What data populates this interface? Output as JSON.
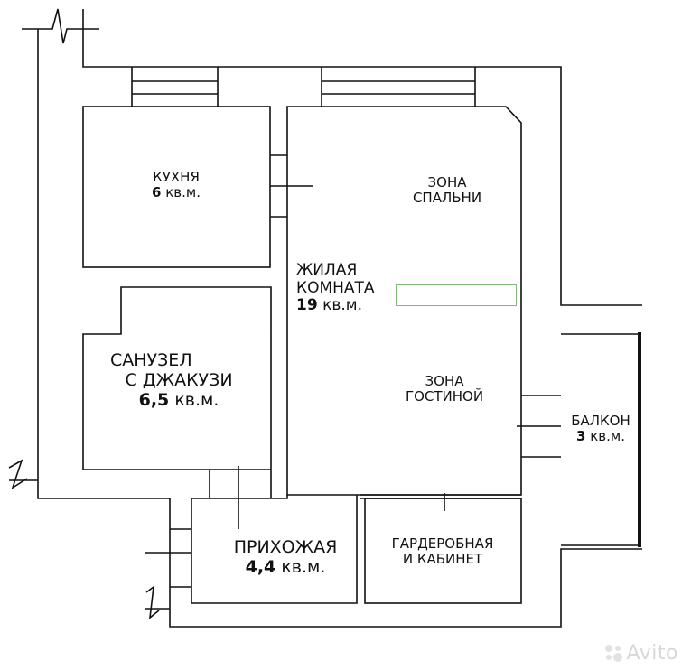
{
  "rooms": {
    "kitchen": {
      "name": "КУХНЯ",
      "area_num": "6",
      "area_unit": "кв.м."
    },
    "living": {
      "name_line1": "ЖИЛАЯ",
      "name_line2": "КОМНАТА",
      "area_num": "19",
      "area_unit": "кв.м."
    },
    "sleep_zone": {
      "line1": "ЗОНА",
      "line2": "СПАЛЬНИ"
    },
    "living_zone": {
      "line1": "ЗОНА",
      "line2": "ГОСТИНОЙ"
    },
    "bathroom": {
      "line1": "САНУЗЕЛ",
      "line2": "С ДЖАКУЗИ",
      "area_num": "6,5",
      "area_unit": "кв.м."
    },
    "hallway": {
      "name": "ПРИХОЖАЯ",
      "area_num": "4,4",
      "area_unit": "кв.м."
    },
    "wardrobe": {
      "line1": "ГАРДЕРОБНАЯ",
      "line2": "И КАБИНЕТ"
    },
    "balcony": {
      "name": "БАЛКОН",
      "area_num": "3",
      "area_unit": "кв.м."
    }
  },
  "watermark": {
    "brand": "Avito",
    "icon": "avito-logo-icon"
  },
  "colors": {
    "line": "#111111",
    "highlight": "#7fb87a",
    "watermark": "#d8d8d8"
  }
}
